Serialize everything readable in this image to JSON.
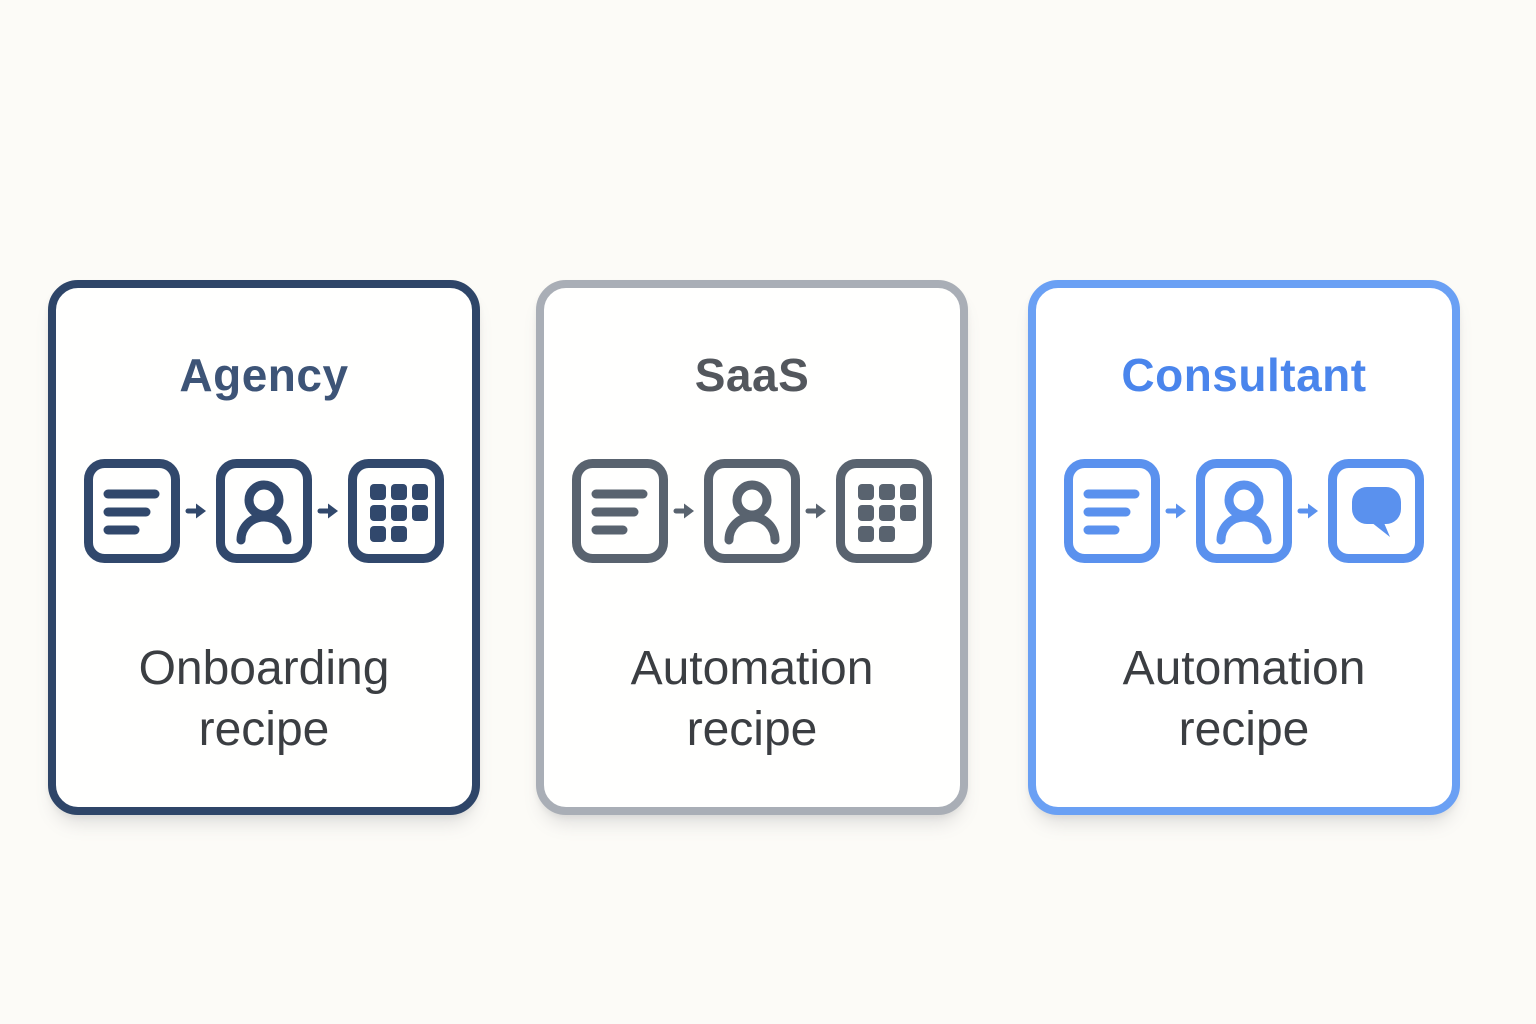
{
  "page": {
    "background": "#fcfbf7"
  },
  "cards": [
    {
      "title": "Agency",
      "label": "Onboarding recipe",
      "icons": [
        "document",
        "person",
        "grid"
      ],
      "theme": {
        "border": "#2e4568",
        "title": "#3d5477",
        "icon": "#31486c",
        "label": "#3b3e42",
        "card_bg": "#fffffe"
      }
    },
    {
      "title": "SaaS",
      "label": "Automation recipe",
      "icons": [
        "document",
        "person",
        "grid"
      ],
      "theme": {
        "border": "#a9aeb6",
        "title": "#53575d",
        "icon": "#59636f",
        "label": "#3b3e42",
        "card_bg": "#fffffe"
      }
    },
    {
      "title": "Consultant",
      "label": "Automation recipe",
      "icons": [
        "document",
        "person",
        "chat"
      ],
      "theme": {
        "border": "#6aa0f4",
        "title": "#4a85ec",
        "icon": "#5a91ee",
        "label": "#3b3e42",
        "card_bg": "#ffffff"
      }
    }
  ]
}
